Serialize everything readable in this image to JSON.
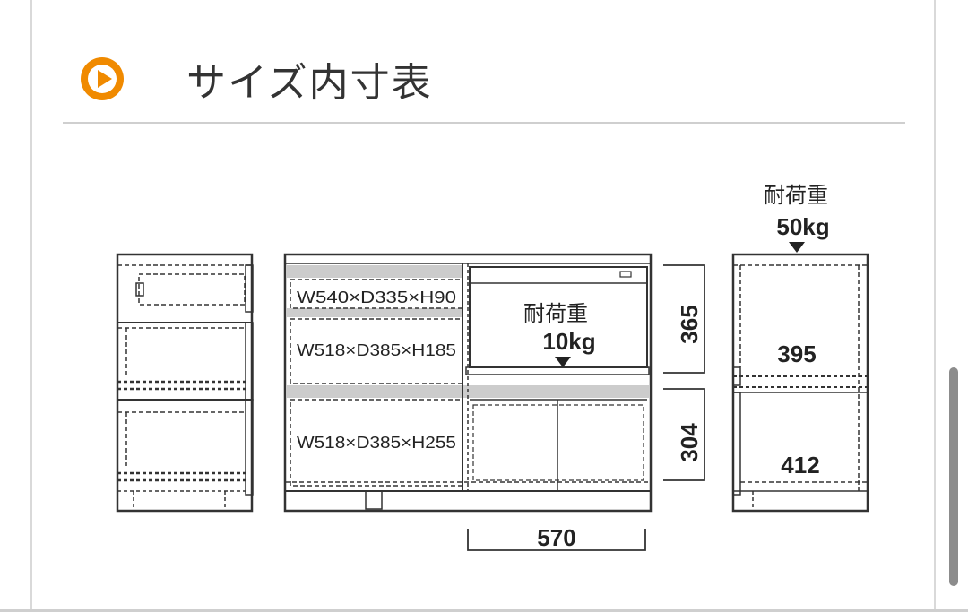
{
  "page": {
    "title": "サイズ内寸表",
    "accent_color": "#f08a00",
    "icon": "play-circle-icon"
  },
  "diagram": {
    "load_label": "耐荷重",
    "top_load": "50kg",
    "shelf_load": "10kg",
    "inner_sizes": [
      "W540×D335×H90",
      "W518×D385×H185",
      "W518×D385×H255"
    ],
    "dim_upper": "365",
    "dim_lower": "304",
    "dim_width": "570",
    "side_upper": "395",
    "side_lower": "412"
  }
}
